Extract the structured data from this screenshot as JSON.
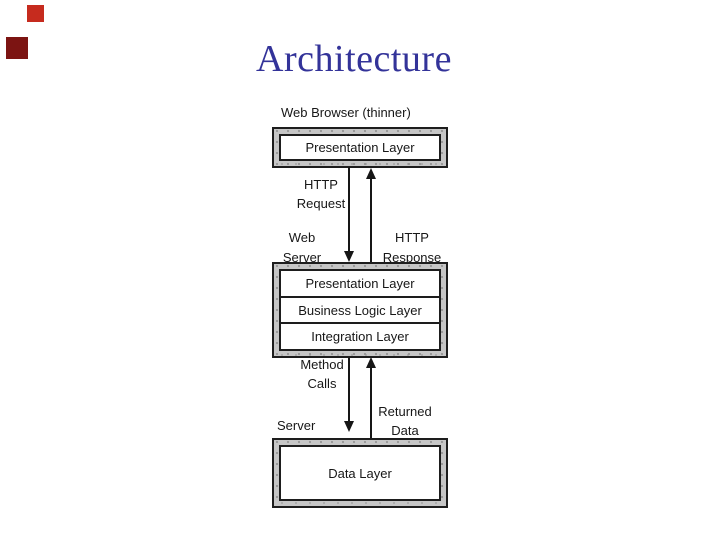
{
  "slide": {
    "title": "Architecture"
  },
  "decor": {
    "red_square_color": "#c62b1e",
    "maroon_square_color": "#7c1412"
  },
  "colors": {
    "title_text": "#333399",
    "frame_gray": "#c6c6c6",
    "diagram_line": "#161616",
    "background": "#ffffff"
  },
  "diagram": {
    "web_browser": {
      "caption": "Web Browser (thinner)",
      "layers": [
        "Presentation Layer"
      ]
    },
    "web_server": {
      "caption_line1": "Web",
      "caption_line2": "Server",
      "layers": [
        "Presentation Layer",
        "Business Logic Layer",
        "Integration Layer"
      ]
    },
    "server": {
      "caption": "Server",
      "layers": [
        "Data Layer"
      ]
    },
    "arrows": {
      "http_request": {
        "line1": "HTTP",
        "line2": "Request",
        "direction": "down"
      },
      "http_response": {
        "line1": "HTTP",
        "line2": "Response",
        "direction": "up"
      },
      "method_calls": {
        "line1": "Method",
        "line2": "Calls",
        "direction": "down"
      },
      "returned_data": {
        "line1": "Returned",
        "line2": "Data",
        "direction": "up"
      }
    }
  }
}
